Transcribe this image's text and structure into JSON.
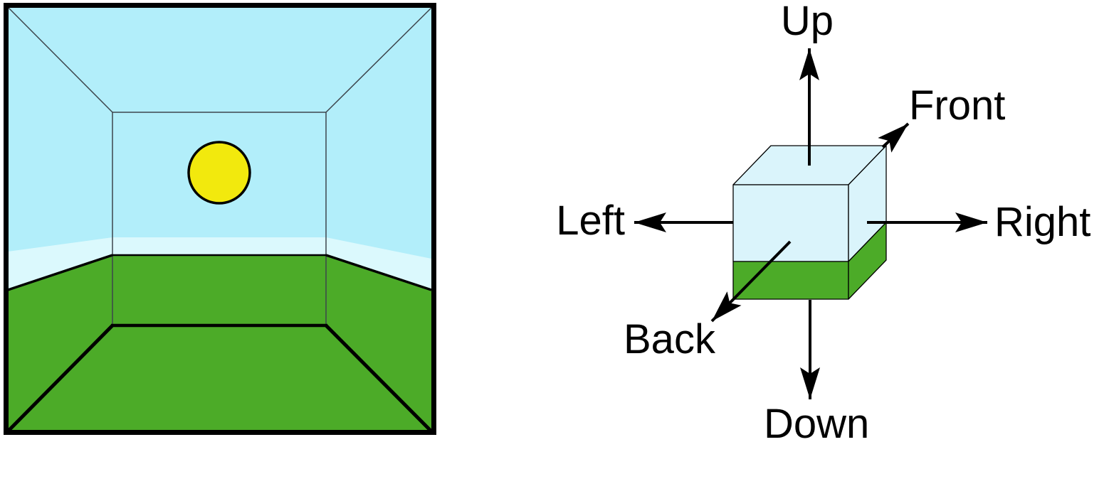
{
  "diagram": {
    "labels": {
      "up": "Up",
      "down": "Down",
      "left": "Left",
      "right": "Right",
      "front": "Front",
      "back": "Back"
    },
    "colors": {
      "sky": "#b2eefa",
      "horizon_band": "#dbf9fd",
      "grass": "#4cab28",
      "sun": "#f2e90d",
      "cube_face": "#daf4fb",
      "cube_grass": "#4cab28",
      "outline": "#000000",
      "background": "#ffffff"
    }
  }
}
